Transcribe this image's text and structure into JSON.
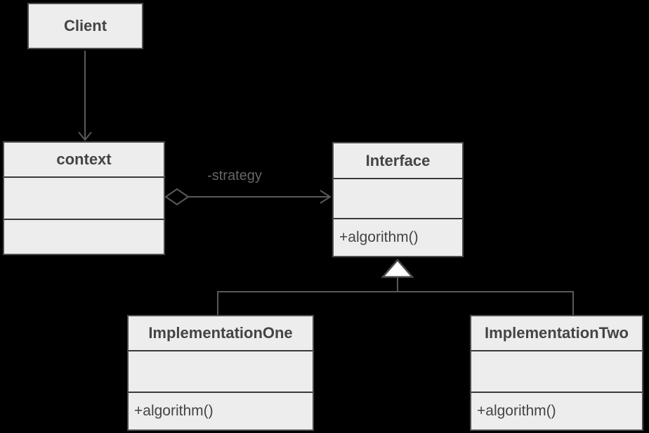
{
  "diagram": {
    "kind": "uml-class-diagram",
    "colors": {
      "background": "#000000",
      "box_fill": "#ededed",
      "box_border": "#4d4d4d",
      "compartment_divider": "#3a3a3a",
      "connector_line": "#595959",
      "class_text": "#444444",
      "edge_label_text": "#666666",
      "generalization_triangle_fill": "#ffffff"
    }
  },
  "classes": {
    "client": {
      "title": "Client"
    },
    "context": {
      "title": "context"
    },
    "interface": {
      "title": "Interface",
      "methods": "+algorithm()"
    },
    "implementation_one": {
      "title": "ImplementationOne",
      "methods": "+algorithm()"
    },
    "implementation_two": {
      "title": "ImplementationTwo",
      "methods": "+algorithm()"
    }
  },
  "relations": {
    "strategy_label": "-strategy"
  }
}
